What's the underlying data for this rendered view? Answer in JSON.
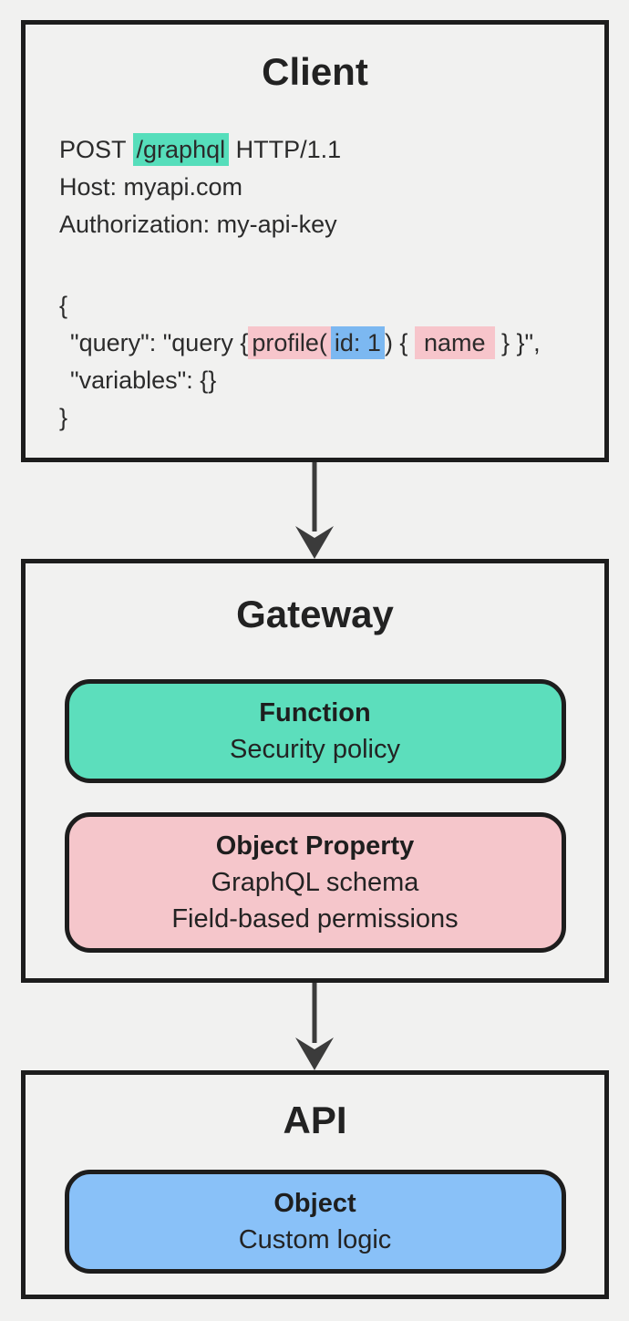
{
  "colors": {
    "background": "#f1f1f0",
    "box_border": "#1d1d1d",
    "teal_fill": "#5cdebc",
    "pink_fill": "#f5c6cb",
    "blue_fill": "#89c1f8",
    "teal_highlight": "#56debb",
    "pink_highlight": "#f7c5cb",
    "blue_highlight": "#7cb8f1",
    "arrow": "#3b3b3b"
  },
  "client": {
    "title": "Client",
    "request": {
      "method": "POST ",
      "path": "/graphql",
      "protocol": " HTTP/1.1",
      "host_line": "Host: myapi.com",
      "auth_line": "Authorization: my-api-key"
    },
    "body": {
      "open_brace": "{",
      "query_prefix": "\"query\": \"query {",
      "query_profile": "profile(",
      "query_id": "id: 1",
      "query_mid": ") { ",
      "query_name": "name",
      "query_suffix": " } }\",",
      "variables_line": "\"variables\": {}",
      "close_brace": "}"
    }
  },
  "gateway": {
    "title": "Gateway",
    "function_box": {
      "title": "Function",
      "lines": [
        "Security policy"
      ]
    },
    "object_property_box": {
      "title": "Object Property",
      "lines": [
        "GraphQL schema",
        "Field-based permissions"
      ]
    }
  },
  "api": {
    "title": "API",
    "object_box": {
      "title": "Object",
      "lines": [
        "Custom logic"
      ]
    }
  }
}
